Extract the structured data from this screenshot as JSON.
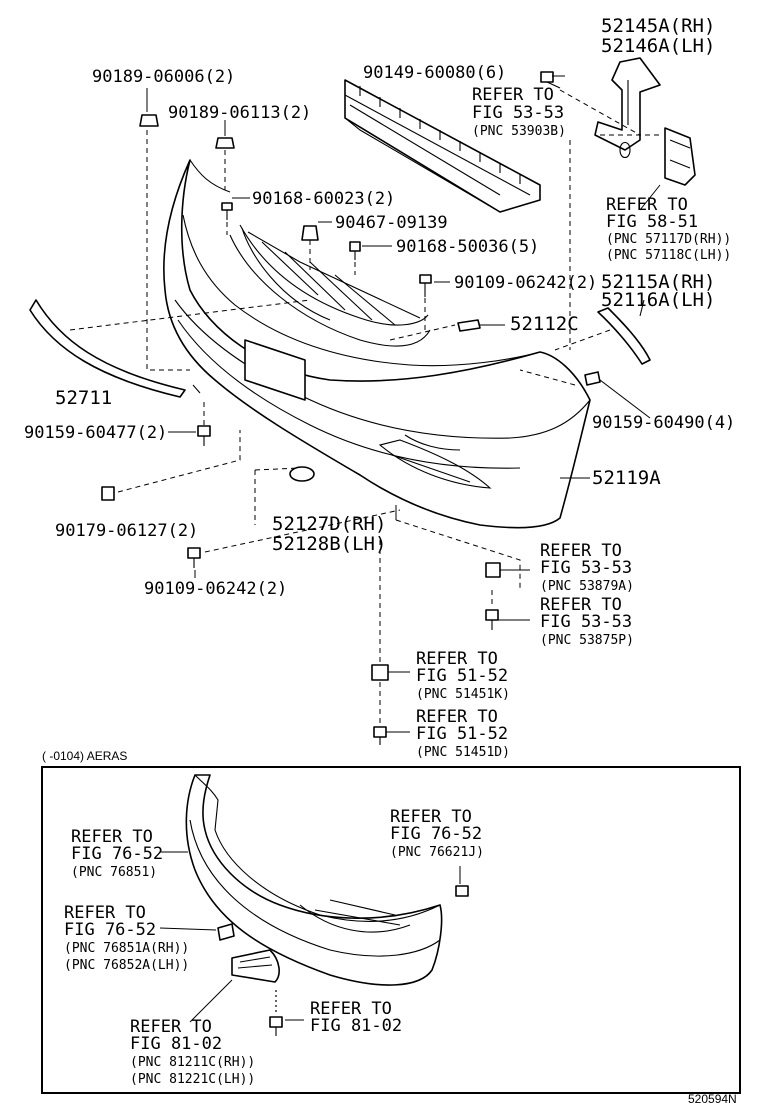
{
  "labels": {
    "p52145": "52145A(RH)",
    "p52146": "52146A(LH)",
    "p90189a": "90189-06006(2)",
    "p90149": "90149-60080(6)",
    "ref5353a_1": "REFER TO",
    "ref5353a_2": "FIG 53-53",
    "ref5353a_3": "(PNC 53903B)",
    "p90189b": "90189-06113(2)",
    "p90168a": "90168-60023(2)",
    "p90467": "90467-09139",
    "p90168b": "90168-50036(5)",
    "ref5851_1": "REFER TO",
    "ref5851_2": "FIG 58-51",
    "ref5851_3": "(PNC 57117D(RH))",
    "ref5851_4": "(PNC 57118C(LH))",
    "p90109a": "90109-06242(2)",
    "p52115": "52115A(RH)",
    "p52116": "52116A(LH)",
    "p52112": "52112C",
    "p52711": "52711",
    "p90159a": "90159-60490(4)",
    "p90159b": "90159-60477(2)",
    "p52119": "52119A",
    "p90179": "90179-06127(2)",
    "p52127": "52127D(RH)",
    "p52128": "52128B(LH)",
    "ref5353b_1": "REFER TO",
    "ref5353b_2": "FIG 53-53",
    "ref5353b_3": "(PNC 53879A)",
    "p90109b": "90109-06242(2)",
    "ref5353c_1": "REFER TO",
    "ref5353c_2": "FIG 53-53",
    "ref5353c_3": "(PNC 53875P)",
    "ref5152a_1": "REFER TO",
    "ref5152a_2": "FIG 51-52",
    "ref5152a_3": "(PNC 51451K)",
    "ref5152b_1": "REFER TO",
    "ref5152b_2": "FIG 51-52",
    "ref5152b_3": "(PNC 51451D)",
    "inset_title": "(     -0104) AERAS",
    "ref7652a_1": "REFER TO",
    "ref7652a_2": "FIG 76-52",
    "ref7652a_3": "(PNC 76621J)",
    "ref7652b_1": "REFER TO",
    "ref7652b_2": "FIG 76-52",
    "ref7652b_3": "(PNC 76851)",
    "ref7652c_1": "REFER TO",
    "ref7652c_2": "FIG 76-52",
    "ref7652c_3": "(PNC 76851A(RH))",
    "ref7652c_4": "(PNC 76852A(LH))",
    "ref8102a_1": "REFER TO",
    "ref8102a_2": "FIG 81-02",
    "ref8102b_1": "REFER TO",
    "ref8102b_2": "FIG 81-02",
    "ref8102b_3": "(PNC 81211C(RH))",
    "ref8102b_4": "(PNC 81221C(LH))",
    "diagram_code": "520594N"
  }
}
